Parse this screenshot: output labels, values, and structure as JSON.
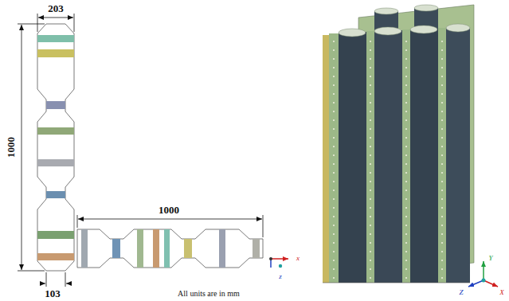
{
  "diagram": {
    "labels": [
      "203",
      "1000",
      "1000",
      "103",
      "All units are in mm",
      "x",
      "z",
      "Y",
      "Z",
      "X"
    ]
  }
}
